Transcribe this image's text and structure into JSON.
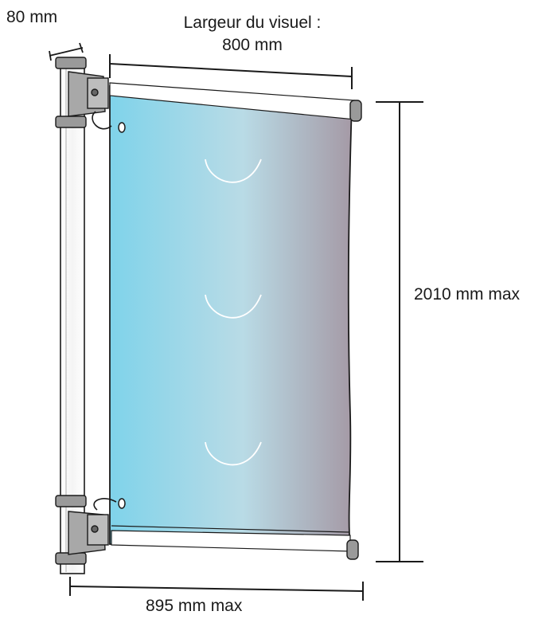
{
  "labels": {
    "pole_diameter": "80 mm",
    "visual_width_title": "Largeur du visuel :",
    "visual_width_value": "800 mm",
    "height": "2010 mm max",
    "overall_width": "895 mm max"
  },
  "colors": {
    "banner_left": "#7fd3ea",
    "banner_mid": "#b9dbe6",
    "banner_right": "#a59aa6",
    "bracket": "#8c8c8c",
    "line": "#1a1a1a"
  }
}
